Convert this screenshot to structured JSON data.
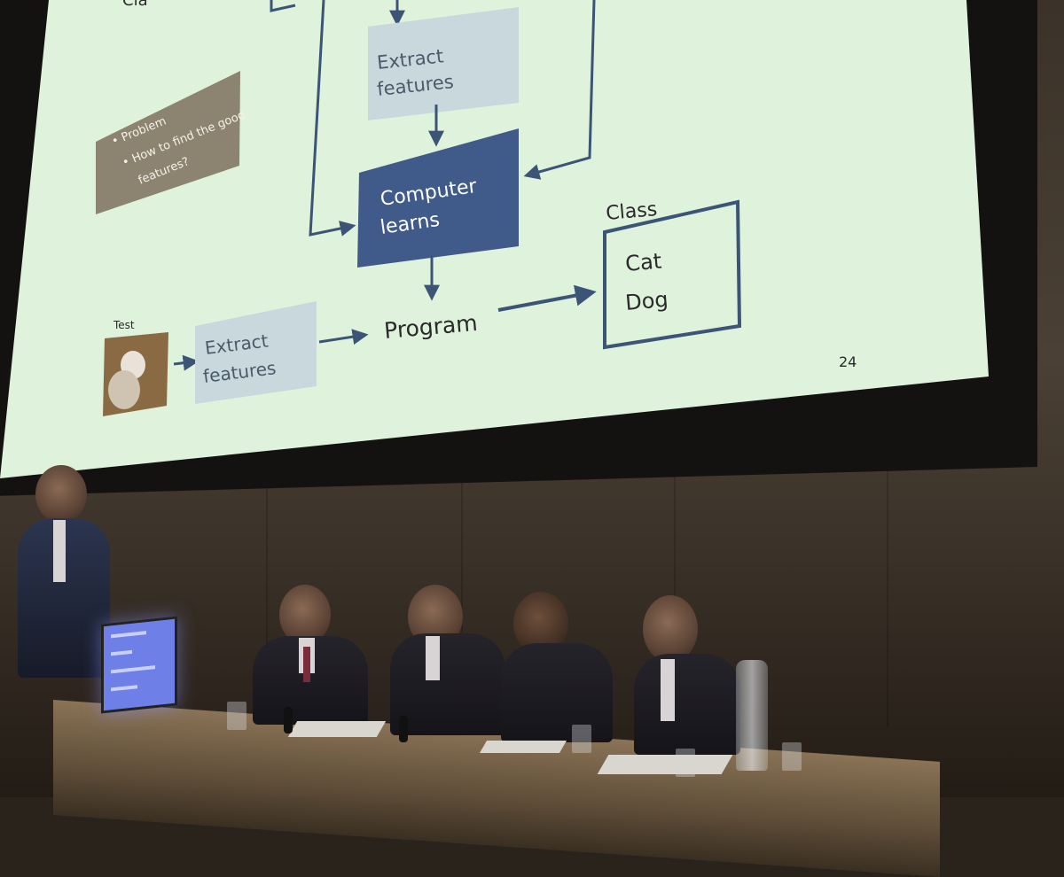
{
  "slide": {
    "class_label_top": "Cla",
    "extract_features_top": [
      "Extract",
      "features"
    ],
    "problem_note": {
      "line1": "• Problem",
      "line2": "• How to find the good",
      "line3": "features?"
    },
    "computer_learns": [
      "Computer",
      "learns"
    ],
    "class_label": "Class",
    "class_options": [
      "Cat",
      "Dog"
    ],
    "test_label": "Test",
    "extract_features_bottom": [
      "Extract",
      "features"
    ],
    "program_label": "Program",
    "page_number": "24"
  },
  "colors": {
    "slide_background": "#dff2dc",
    "feature_box": "#c9d8dd",
    "computer_box": "#405a8a",
    "arrow": "#3c5577",
    "note_box": "#8c8470"
  }
}
